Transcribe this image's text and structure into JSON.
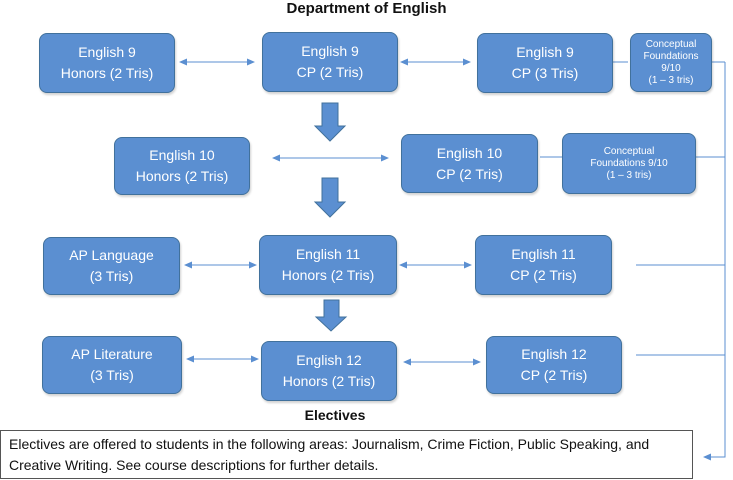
{
  "title": "Department of English",
  "row1": {
    "honors": [
      "English 9",
      "Honors (2 Tris)"
    ],
    "cp2": [
      "English 9",
      "CP (2 Tris)"
    ],
    "cp3": [
      "English 9",
      "CP (3 Tris)"
    ],
    "conceptual": [
      "Conceptual",
      "Foundations",
      "9/10",
      "(1 – 3 tris)"
    ]
  },
  "row2": {
    "honors": [
      "English 10",
      "Honors (2 Tris)"
    ],
    "cp": [
      "English 10",
      "CP (2 Tris)"
    ],
    "conceptual": [
      "Conceptual",
      "Foundations 9/10",
      "(1 – 3 tris)"
    ]
  },
  "row3": {
    "ap": [
      "AP Language",
      "(3 Tris)"
    ],
    "honors": [
      "English 11",
      "Honors (2 Tris)"
    ],
    "cp": [
      "English 11",
      "CP (2 Tris)"
    ]
  },
  "row4": {
    "ap": [
      "AP Literature",
      "(3 Tris)"
    ],
    "honors": [
      "English 12",
      "Honors (2 Tris)"
    ],
    "cp": [
      "English 12",
      "CP (2 Tris)"
    ]
  },
  "electives": {
    "label": "Electives",
    "description": "Electives are offered to students in the following areas: Journalism, Crime Fiction, Public Speaking, and Creative Writing. See course descriptions for further details."
  },
  "colors": {
    "box_fill": "#5b8fd1",
    "box_border": "#41719c",
    "connector": "#5b8fd1"
  }
}
